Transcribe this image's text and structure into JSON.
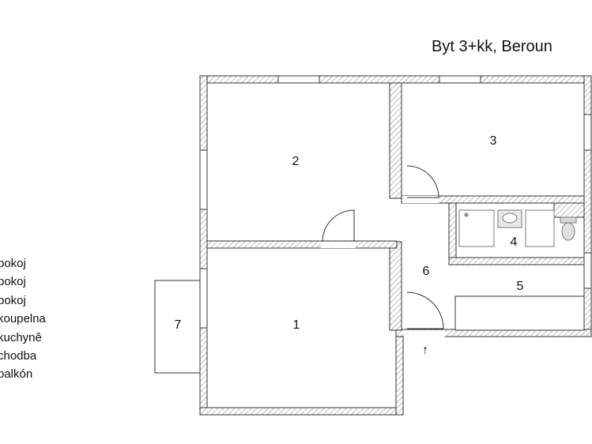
{
  "title": "Byt 3+kk, Beroun",
  "legend": [
    {
      "text": "pokoj"
    },
    {
      "text": "pokoj"
    },
    {
      "text": "pokoj"
    },
    {
      "text": "koupelna"
    },
    {
      "text": "kuchyně"
    },
    {
      "text": "chodba"
    },
    {
      "text": "balkón"
    }
  ],
  "rooms": [
    {
      "number": "1"
    },
    {
      "number": "2"
    },
    {
      "number": "3"
    },
    {
      "number": "4"
    },
    {
      "number": "5"
    },
    {
      "number": "6"
    },
    {
      "number": "7"
    }
  ],
  "entrance_arrow": "↑",
  "colors": {
    "wall": "#444444",
    "hatch": "#666666",
    "line": "#333333"
  }
}
